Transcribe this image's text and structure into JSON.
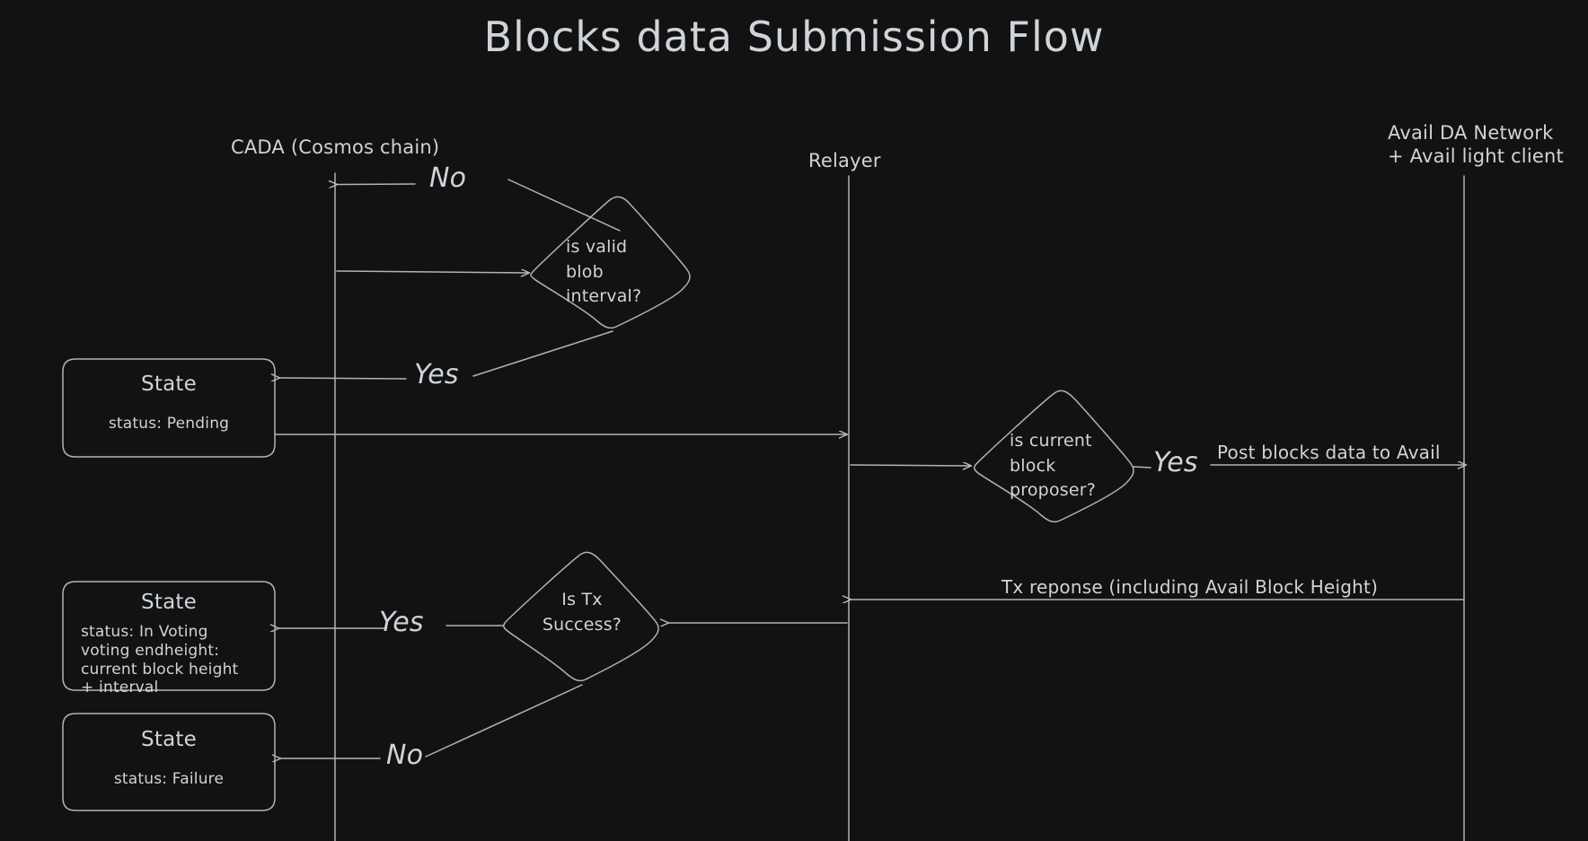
{
  "diagram": {
    "title": "Blocks data Submission Flow",
    "background_color": "#121212",
    "stroke_color": "#ced4da",
    "lanes": [
      {
        "id": "cada",
        "label": "CADA (Cosmos chain)"
      },
      {
        "id": "relayer",
        "label": "Relayer"
      },
      {
        "id": "avail",
        "label": "Avail DA Network\n+ Avail light client"
      }
    ],
    "decisions": [
      {
        "id": "valid-blob-interval",
        "text": "is valid\nblob\ninterval?"
      },
      {
        "id": "current-block-proposer",
        "text": "is current\nblock\nproposer?"
      },
      {
        "id": "is-tx-success",
        "text": "Is Tx\nSuccess?"
      }
    ],
    "states": [
      {
        "id": "state-pending",
        "title": "State",
        "lines": [
          "status: Pending"
        ]
      },
      {
        "id": "state-in-voting",
        "title": "State",
        "lines": [
          "status: In Voting",
          "voting endheight:",
          "current block height",
          "+ interval"
        ]
      },
      {
        "id": "state-failure",
        "title": "State",
        "lines": [
          "status: Failure"
        ]
      }
    ],
    "branch_labels": [
      {
        "id": "blob-no",
        "text": "No"
      },
      {
        "id": "blob-yes",
        "text": "Yes"
      },
      {
        "id": "proposer-yes",
        "text": "Yes"
      },
      {
        "id": "tx-yes",
        "text": "Yes"
      },
      {
        "id": "tx-no",
        "text": "No"
      }
    ],
    "edge_labels": [
      {
        "id": "post-blocks",
        "text": "Post blocks data to Avail"
      },
      {
        "id": "tx-response",
        "text": "Tx reponse (including Avail Block Height)"
      }
    ]
  }
}
